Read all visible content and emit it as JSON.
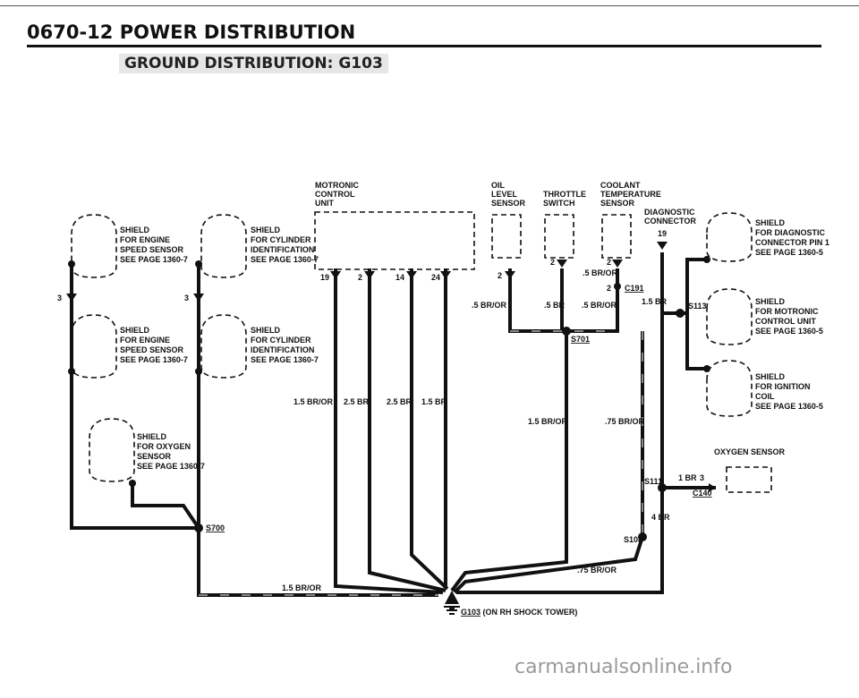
{
  "header": {
    "title": "0670-12   POWER DISTRIBUTION",
    "subtitle": "GROUND DISTRIBUTION: G103"
  },
  "components": {
    "motronic": [
      "MOTRONIC",
      "CONTROL",
      "UNIT"
    ],
    "oil": [
      "OIL",
      "LEVEL",
      "SENSOR"
    ],
    "throttle": [
      "THROTTLE",
      "SWITCH"
    ],
    "coolant": [
      "COOLANT",
      "TEMPERATURE",
      "SENSOR"
    ],
    "diag": [
      "DIAGNOSTIC",
      "CONNECTOR"
    ],
    "oxygen": "OXYGEN SENSOR"
  },
  "shields": {
    "s1": [
      "SHIELD",
      "FOR ENGINE",
      "SPEED SENSOR",
      "SEE PAGE 1360-7"
    ],
    "s2": [
      "SHIELD",
      "FOR CYLINDER",
      "IDENTIFICATION",
      "SEE PAGE 1360-7"
    ],
    "s3": [
      "SHIELD",
      "FOR ENGINE",
      "SPEED SENSOR",
      "SEE PAGE 1360-7"
    ],
    "s4": [
      "SHIELD",
      "FOR CYLINDER",
      "IDENTIFICATION",
      "SEE PAGE 1360-7"
    ],
    "s5": [
      "SHIELD",
      "FOR OXYGEN",
      "SENSOR",
      "SEE PAGE 1360-7"
    ],
    "s6": [
      "SHIELD",
      "FOR DIAGNOSTIC",
      "CONNECTOR PIN 1",
      "SEE PAGE 1360-5"
    ],
    "s7": [
      "SHIELD",
      "FOR MOTRONIC",
      "CONTROL UNIT",
      "SEE PAGE 1360-5"
    ],
    "s8": [
      "SHIELD",
      "FOR IGNITION",
      "COIL",
      "SEE PAGE 1360-5"
    ]
  },
  "pins": {
    "p3a": "3",
    "p3b": "3",
    "p19": "19",
    "p2": "2",
    "p14": "14",
    "p24": "24",
    "oil2": "2",
    "thr2": "2",
    "cool2": "2",
    "c191pin": "2",
    "diag19": "19",
    "oxy3": "3"
  },
  "wires": {
    "w1": ".5 BR/OR",
    "w2": ".5 BR/OR",
    "w3": ".5 BR",
    "w4": ".5 BR/OR",
    "w5": "1.5 BR",
    "w6": "1.5 BR/OR",
    "w7": "2.5 BR",
    "w8": "2.5 BR",
    "w9": "1.5 BR",
    "w10": "1.5 BR/OR",
    "w11": ".75 BR/OR",
    "w12": "1 BR",
    "w13": "4 BR",
    "w14": ".75 BR/OR",
    "w15": "1.5 BR/OR"
  },
  "splices": {
    "s700": "S700",
    "s701": "S701",
    "s113": "S113",
    "s111": "S111",
    "s108": "S108",
    "c191": "C191",
    "c140": "C140"
  },
  "ground": {
    "id": "G103",
    "text": " (ON RH SHOCK TOWER)"
  },
  "watermark": "carmanualsonline.info"
}
